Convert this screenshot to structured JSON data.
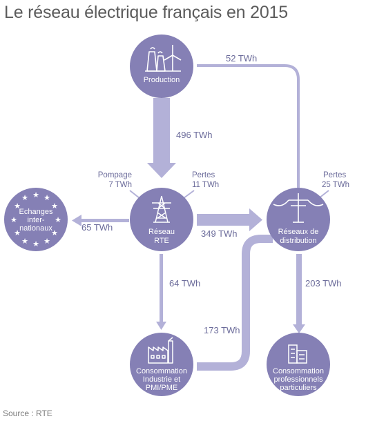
{
  "title": "Le réseau électrique français en 2015",
  "source": "Source : RTE",
  "colors": {
    "node": "#8580b5",
    "flow": "#b3b1d8",
    "text": "#6b6b9a"
  },
  "nodes": {
    "production": {
      "label": "Production",
      "icon": "power-plant-wind-icon"
    },
    "reseau_rte": {
      "label_lines": [
        "Réseau",
        "RTE"
      ],
      "icon": "pylon-icon"
    },
    "echanges": {
      "label_lines": [
        "Echanges",
        "inter-",
        "nationaux"
      ],
      "icon": "eu-stars-icon"
    },
    "distribution": {
      "label_lines": [
        "Réseaux de",
        "distribution"
      ],
      "icon": "utility-pole-icon"
    },
    "industrie": {
      "label_lines": [
        "Consommation",
        "Industrie et",
        "PMI/PME"
      ],
      "icon": "factory-icon"
    },
    "particuliers": {
      "label_lines": [
        "Consommation",
        "professionnels",
        "particuliers"
      ],
      "icon": "buildings-icon"
    }
  },
  "flows": {
    "production_to_distribution": "52 TWh",
    "production_to_rte": "496 TWh",
    "rte_to_echanges": "65 TWh",
    "rte_to_distribution": "349 TWh",
    "rte_to_industrie": "64 TWh",
    "distribution_to_industrie": "173 TWh",
    "distribution_to_particuliers": "203 TWh"
  },
  "annotations": {
    "pompage": {
      "label": "Pompage",
      "value": "7 TWh"
    },
    "pertes_rte": {
      "label": "Pertes",
      "value": "11 TWh"
    },
    "pertes_distribution": {
      "label": "Pertes",
      "value": "25 TWh"
    }
  }
}
